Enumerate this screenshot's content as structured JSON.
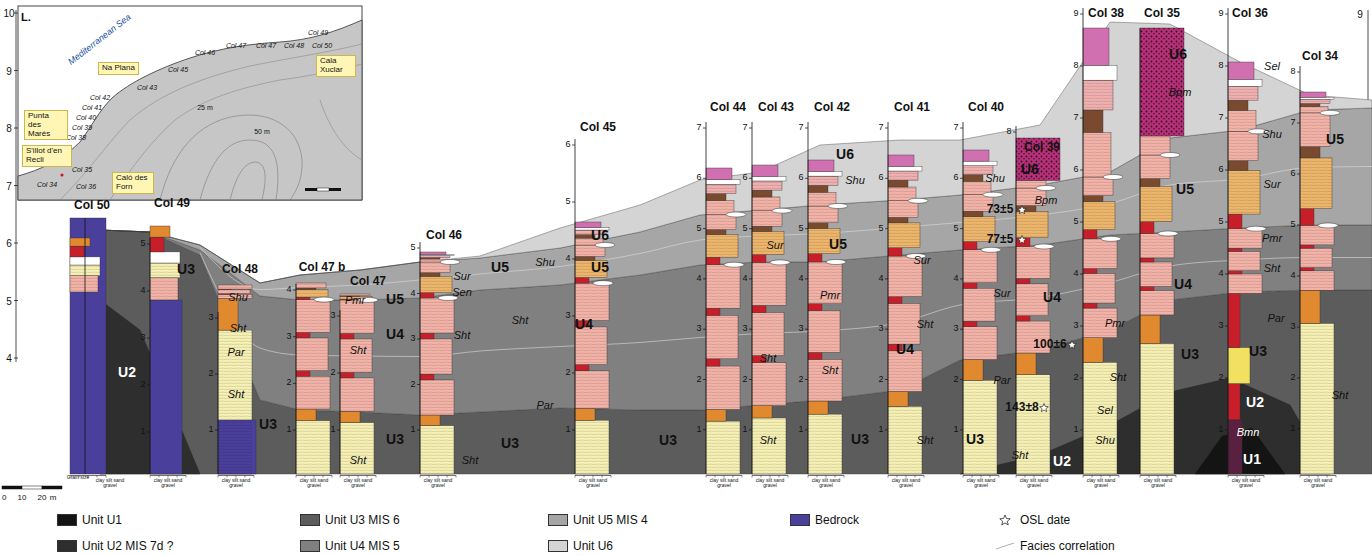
{
  "diagram": {
    "nodes": [
      {
        "text": [
          "Cala Xuclar"
        ]
      },
      {
        "text": [
          "Na Plana"
        ]
      },
      {
        "text": [
          "Punta des Marés"
        ]
      },
      {
        "text": [
          "S'illot d'en Recli"
        ]
      },
      {
        "text": [
          "Caló des Forn"
        ]
      }
    ],
    "labels": [
      "Col 50",
      "Col 49",
      "Col 48",
      "Col 47 b",
      "Col 47",
      "Col 46",
      "Col 45",
      "Col 44",
      "Col 43",
      "Col 42",
      "Col 41",
      "Col 40",
      "Col 39",
      "Col 38",
      "Col 35",
      "Col 36",
      "Col 34",
      "10",
      "9",
      "8",
      "7",
      "6",
      "5",
      "4",
      "9",
      "5",
      "4",
      "3",
      "2",
      "1",
      "3",
      "2",
      "1",
      "4",
      "3",
      "2",
      "1",
      "3",
      "2",
      "1",
      "5",
      "4",
      "3",
      "2",
      "1",
      "6",
      "5",
      "4",
      "3",
      "2",
      "1",
      "7",
      "6",
      "5",
      "4",
      "3",
      "2",
      "1",
      "7",
      "6",
      "5",
      "4",
      "3",
      "2",
      "1",
      "7",
      "6",
      "5",
      "4",
      "3",
      "2",
      "1",
      "7",
      "6",
      "5",
      "4",
      "3",
      "2",
      "1",
      "7",
      "6",
      "5",
      "4",
      "3",
      "2",
      "1",
      "8",
      "9",
      "8",
      "7",
      "6",
      "5",
      "4",
      "3",
      "2",
      "1",
      "9",
      "8",
      "7",
      "6",
      "5",
      "4",
      "3",
      "2",
      "1",
      "8",
      "7",
      "6",
      "5",
      "4",
      "3",
      "2",
      "1",
      "clay silt sand gravel",
      "clay silt sand gravel",
      "clay silt sand gravel",
      "clay silt sand gravel",
      "clay silt sand gravel",
      "clay silt sand gravel",
      "clay silt sand gravel",
      "clay silt sand gravel",
      "clay silt sand gravel",
      "clay silt sand gravel",
      "clay silt sand gravel",
      "clay silt sand gravel",
      "clay silt sand gravel",
      "clay silt sand gravel",
      "clay silt sand gravel",
      "clay silt sand gravel",
      "clay silt sand gravel",
      "Grain size",
      "U3",
      "U2",
      "U3",
      "U3",
      "U3",
      "U3",
      "U3",
      "U3",
      "U3",
      "U3",
      "U4",
      "U4",
      "U4",
      "U4",
      "U4",
      "U5",
      "U5",
      "U5",
      "U5",
      "U5",
      "U5",
      "U6",
      "U6",
      "U6",
      "U6",
      "U2",
      "U2",
      "U1",
      "Shu",
      "Sht",
      "Par",
      "Sht",
      "Pmr",
      "Sht",
      "Sht",
      "Sur",
      "Sen",
      "Sht",
      "Sht",
      "Shu",
      "Sht",
      "Par",
      "Sur",
      "Sht",
      "Sht",
      "Shu",
      "Pmr",
      "Sht",
      "Sur",
      "Sht",
      "Sht",
      "Shu",
      "Sur",
      "Par",
      "Sht",
      "Bpm",
      "Pmr",
      "Sht",
      "Sel",
      "Shu",
      "Bpm",
      "Sel",
      "Shu",
      "Sur",
      "Pmr",
      "Sht",
      "Par",
      "Bmn",
      "Sht",
      "73±5",
      "77±5",
      "100±6",
      "143±8",
      "0",
      "10",
      "20",
      "m",
      "L.",
      "Mediterranean Sea",
      "25 m",
      "50 m",
      "Col 49",
      "Col 46",
      "Col 47",
      "Col 47",
      "Col 48",
      "Col 50",
      "Col 45",
      "Col 43",
      "Col 42",
      "Col 41",
      "Col 40",
      "Col 39",
      "Col 38",
      "Col 35",
      "Col 34",
      "Col 36"
    ],
    "legend": [
      {
        "text": "Unit U1",
        "color": "#141414"
      },
      {
        "text": "Unit U3 MIS 6",
        "color": "#5c5c5c"
      },
      {
        "text": "Unit U5 MIS 4",
        "color": "#a6a6a6"
      },
      {
        "text": "Bedrock",
        "color": "#4b3f9c"
      },
      {
        "text": "OSL date"
      },
      {
        "text": "Unit U2 MIS 7d ?",
        "color": "#2e2e2e"
      },
      {
        "text": "Unit U4 MIS 5",
        "color": "#808080"
      },
      {
        "text": "Unit U6",
        "color": "#d4d4d4"
      },
      {
        "text": "Facies correlation"
      }
    ]
  }
}
